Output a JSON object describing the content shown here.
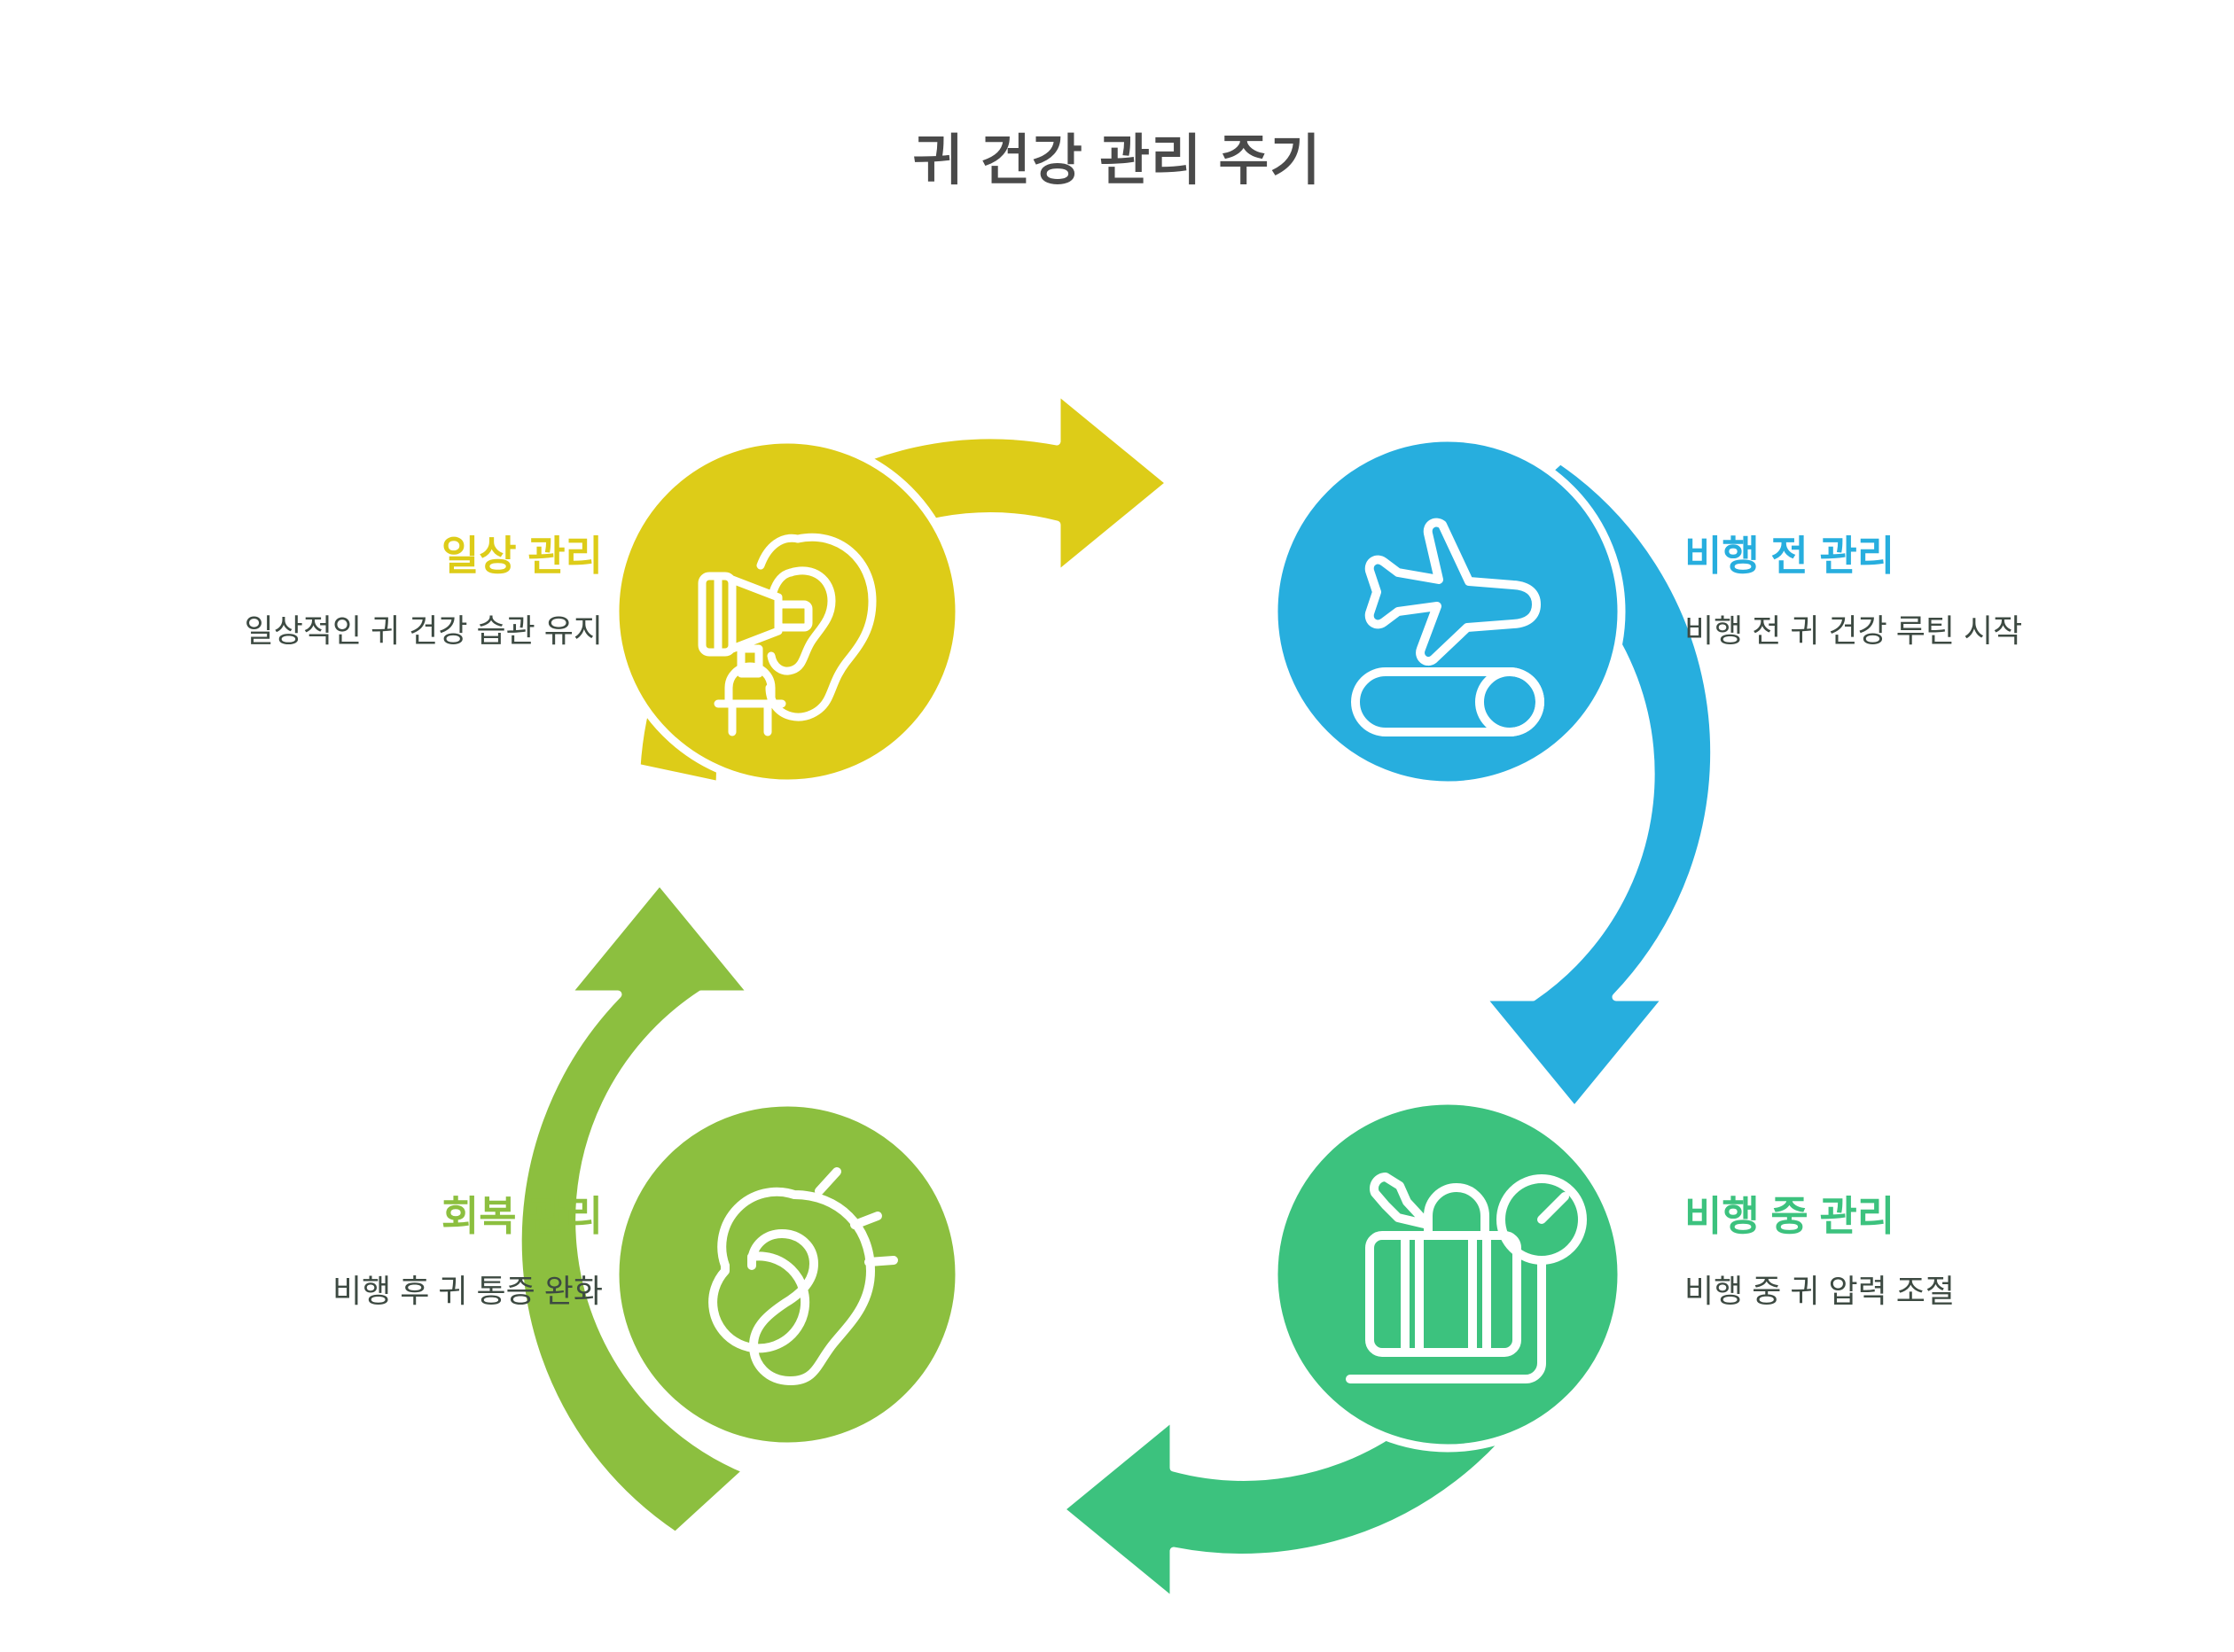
{
  "title": "귀 건강 관리 주기",
  "colors": {
    "title_text": "#4a4a4a",
    "body_text": "#3d4a42",
    "yellow": "#ddcc18",
    "blue": "#27aede",
    "green": "#3cc27e",
    "olive": "#8cbf3f",
    "background": "#ffffff",
    "icon_stroke": "#ffffff"
  },
  "steps": [
    {
      "id": "pre-flight",
      "position": "top-right",
      "title": "비행 전 관리",
      "description": "비행 전 귀 건강 루틴 시작",
      "color": "#27aede",
      "icon": "airplane-takeoff-icon"
    },
    {
      "id": "in-flight",
      "position": "bottom-right",
      "title": "비행 중 관리",
      "description": "비행 중 귀 압력 조절",
      "color": "#3cc27e",
      "icon": "luggage-scale-icon"
    },
    {
      "id": "recovery",
      "position": "bottom-left",
      "title": "회복 관리",
      "description": "비행 후 귀 통증 완화",
      "color": "#8cbf3f",
      "icon": "ear-pain-icon"
    },
    {
      "id": "daily-care",
      "position": "top-left",
      "title": "일상 관리",
      "description": "일상적인 귀 건강 습관 유지",
      "color": "#ddcc18",
      "icon": "otoscope-ear-icon"
    }
  ],
  "arrows": [
    {
      "id": "arrow-daily-to-preflight",
      "from": "daily-care",
      "to": "pre-flight",
      "color": "#ddcc18",
      "direction": "clockwise-top"
    },
    {
      "id": "arrow-preflight-to-inflight",
      "from": "pre-flight",
      "to": "in-flight",
      "color": "#27aede",
      "direction": "clockwise-right"
    },
    {
      "id": "arrow-inflight-to-recovery",
      "from": "in-flight",
      "to": "recovery",
      "color": "#3cc27e",
      "direction": "clockwise-bottom"
    },
    {
      "id": "arrow-recovery-to-daily",
      "from": "recovery",
      "to": "daily-care",
      "color": "#8cbf3f",
      "direction": "clockwise-left"
    }
  ]
}
